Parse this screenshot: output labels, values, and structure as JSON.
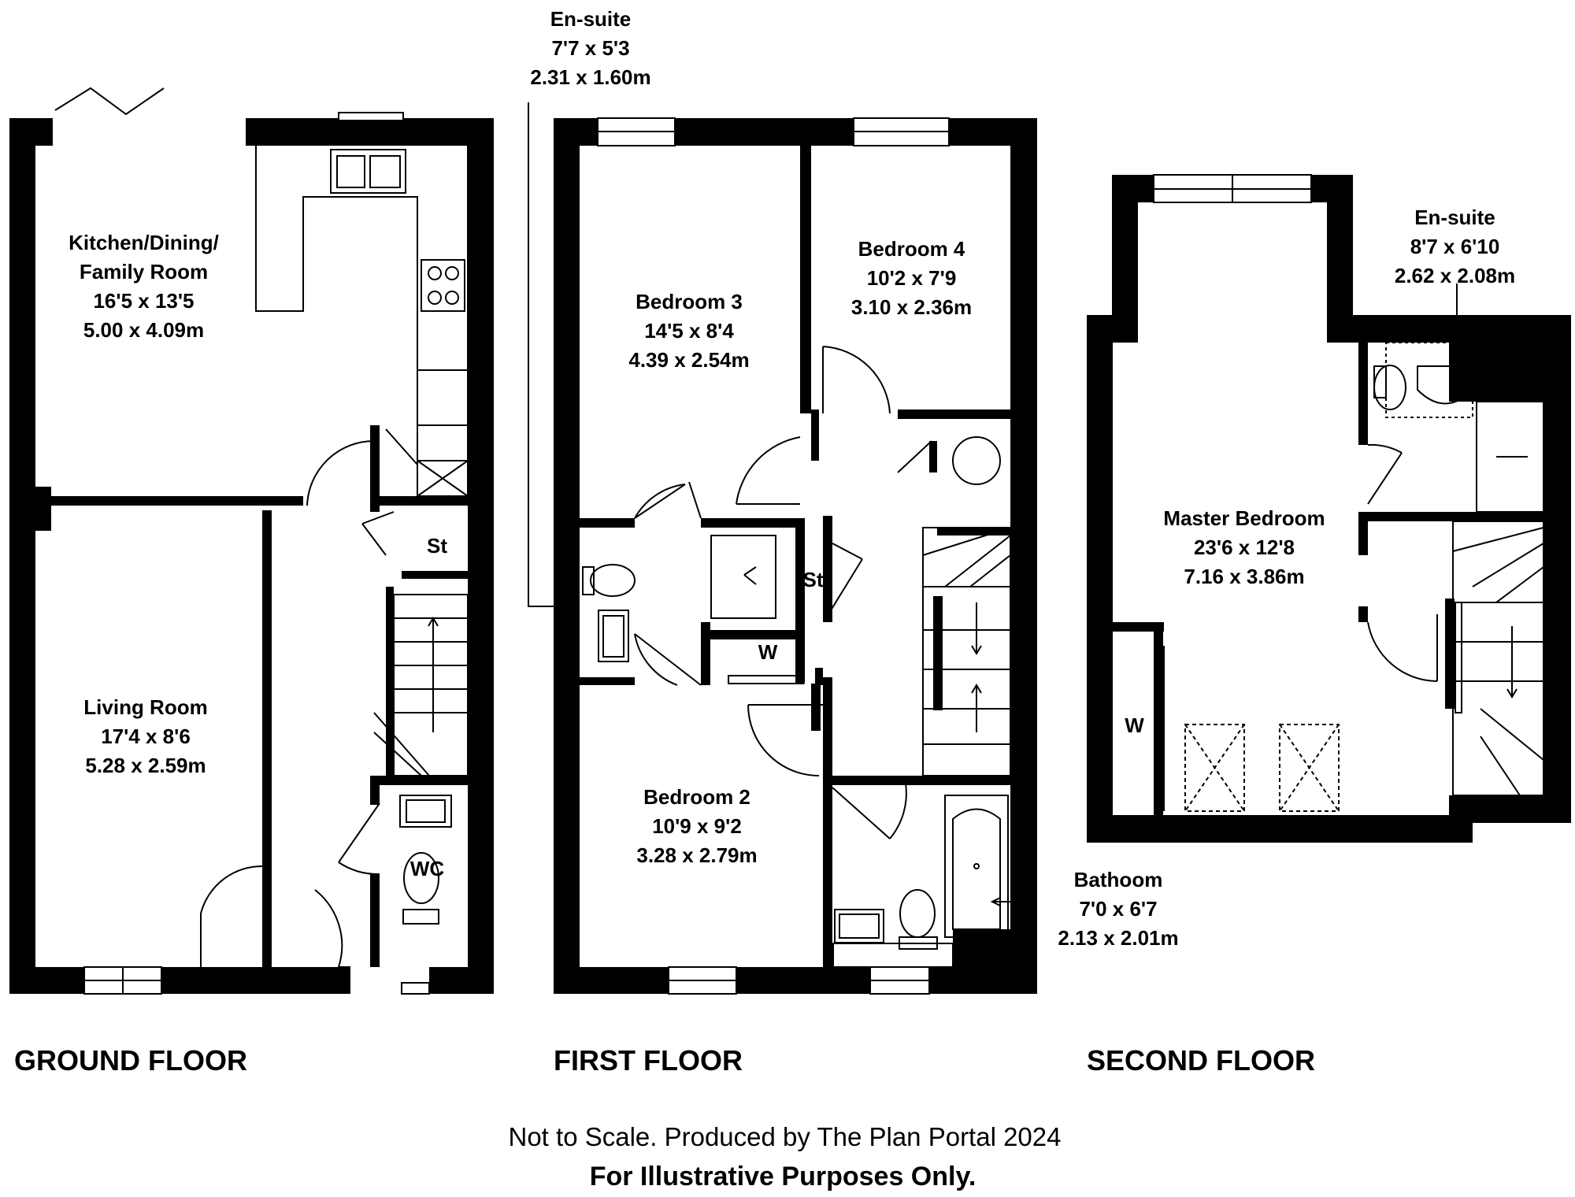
{
  "floors": {
    "ground": "GROUND FLOOR",
    "first": "FIRST FLOOR",
    "second": "SECOND FLOOR"
  },
  "rooms": {
    "kitchen": {
      "name1": "Kitchen/Dining/",
      "name2": "Family Room",
      "imperial": "16'5 x 13'5",
      "metric": "5.00 x 4.09m"
    },
    "living": {
      "name": "Living Room",
      "imperial": "17'4 x 8'6",
      "metric": "5.28 x 2.59m"
    },
    "ground_st": "St",
    "wc": "WC",
    "ensuite1": {
      "name": "En-suite",
      "imperial": "7'7 x 5'3",
      "metric": "2.31 x 1.60m"
    },
    "bedroom3": {
      "name": "Bedroom 3",
      "imperial": "14'5 x 8'4",
      "metric": "4.39 x 2.54m"
    },
    "bedroom4": {
      "name": "Bedroom 4",
      "imperial": "10'2 x 7'9",
      "metric": "3.10 x 2.36m"
    },
    "first_st": "St",
    "first_w": "W",
    "bedroom2": {
      "name": "Bedroom 2",
      "imperial": "10'9 x 9'2",
      "metric": "3.28 x 2.79m"
    },
    "bathroom": {
      "name": "Bathoom",
      "imperial": "7'0 x 6'7",
      "metric": "2.13 x 2.01m"
    },
    "ensuite2": {
      "name": "En-suite",
      "imperial": "8'7 x 6'10",
      "metric": "2.62 x 2.08m"
    },
    "master": {
      "name": "Master Bedroom",
      "imperial": "23'6 x 12'8",
      "metric": "7.16 x 3.86m"
    },
    "second_w": "W"
  },
  "footer": {
    "line1": "Not to Scale. Produced by The Plan Portal 2024",
    "line2": "For Illustrative Purposes Only."
  }
}
